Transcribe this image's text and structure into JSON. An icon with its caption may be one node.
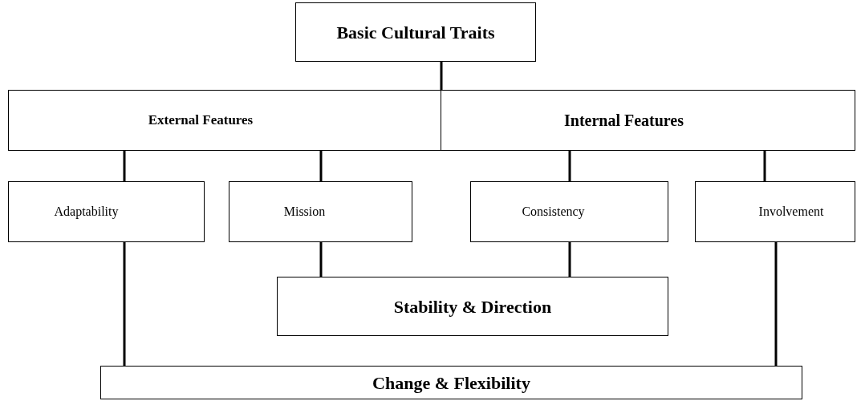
{
  "diagram": {
    "nodes": [
      {
        "text": [
          "Basic Cultural Traits"
        ]
      },
      {
        "text": [
          "External Features"
        ]
      },
      {
        "text": [
          "Internal Features"
        ]
      },
      {
        "text": [
          "Adaptability"
        ]
      },
      {
        "text": [
          "Mission"
        ]
      },
      {
        "text": [
          "Consistency"
        ]
      },
      {
        "text": [
          "Involvement"
        ]
      },
      {
        "text": [
          "Stability & Direction"
        ]
      },
      {
        "text": [
          "Change & Flexibility"
        ]
      }
    ],
    "edges": [
      {
        "from": 0,
        "to": 1,
        "arrow": "none"
      },
      {
        "from": 0,
        "to": 2,
        "arrow": "none"
      },
      {
        "from": 1,
        "to": 3,
        "arrow": "none"
      },
      {
        "from": 1,
        "to": 4,
        "arrow": "none"
      },
      {
        "from": 2,
        "to": 5,
        "arrow": "none"
      },
      {
        "from": 2,
        "to": 6,
        "arrow": "none"
      },
      {
        "from": 4,
        "to": 7,
        "arrow": "none"
      },
      {
        "from": 5,
        "to": 7,
        "arrow": "none"
      },
      {
        "from": 3,
        "to": 8,
        "arrow": "none"
      },
      {
        "from": 6,
        "to": 8,
        "arrow": "none"
      }
    ]
  }
}
